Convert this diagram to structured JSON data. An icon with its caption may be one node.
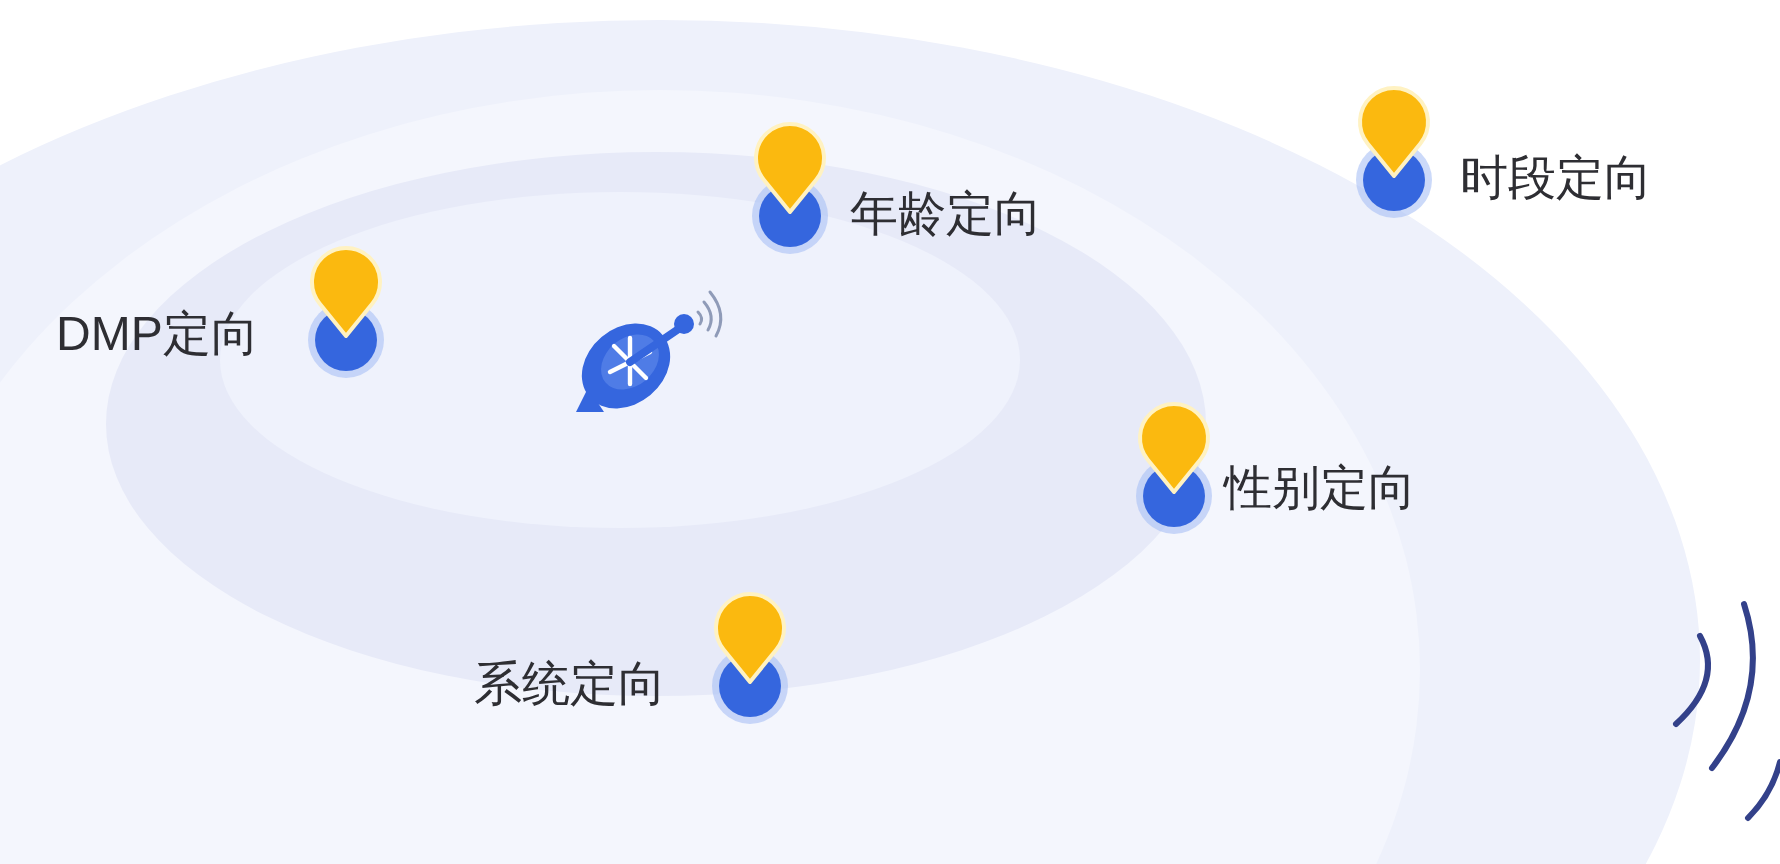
{
  "diagram": {
    "labels": [
      "年龄定向",
      "时段定向",
      "DMP定向",
      "性别定向",
      "系统定向"
    ]
  }
}
